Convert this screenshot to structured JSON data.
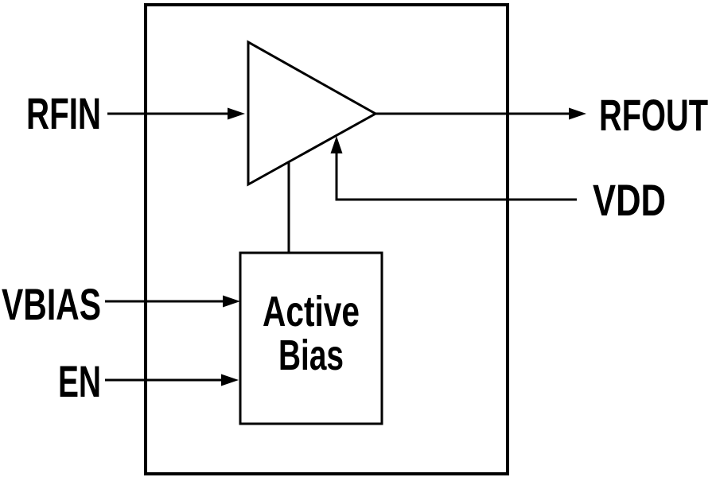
{
  "diagram": {
    "type": "block-diagram",
    "description": "RF amplifier functional block diagram",
    "colors": {
      "background": "#ffffff",
      "line": "#000000",
      "text": "#000000"
    },
    "blocks": {
      "chip_boundary": {
        "shape": "rectangle"
      },
      "amplifier": {
        "shape": "triangle-amplifier-symbol"
      },
      "active_bias": {
        "label_line1": "Active",
        "label_line2": "Bias"
      }
    },
    "pins": {
      "rfin": {
        "label": "RFIN",
        "direction": "input",
        "connects_to": "amplifier"
      },
      "rfout": {
        "label": "RFOUT",
        "direction": "output",
        "connects_to": "amplifier"
      },
      "vdd": {
        "label": "VDD",
        "direction": "supply-input",
        "connects_to": "amplifier"
      },
      "vbias": {
        "label": "VBIAS",
        "direction": "input",
        "connects_to": "active_bias"
      },
      "en": {
        "label": "EN",
        "direction": "input",
        "connects_to": "active_bias"
      }
    },
    "internal_connections": [
      {
        "from": "active_bias",
        "to": "amplifier"
      }
    ]
  }
}
